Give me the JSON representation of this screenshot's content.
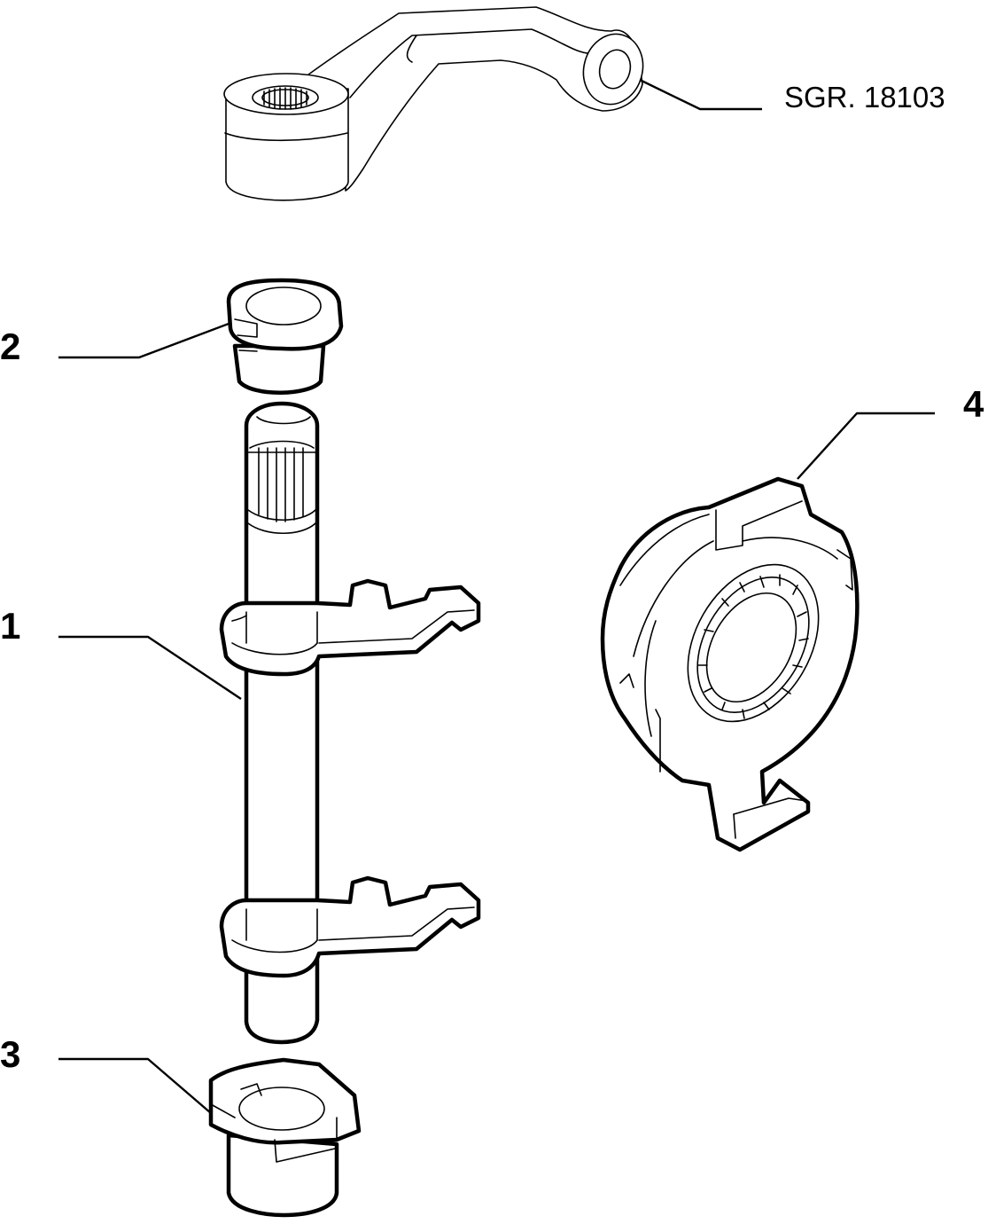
{
  "diagram": {
    "reference": "SGR. 18103",
    "callouts": [
      {
        "id": "part-1",
        "label": "1"
      },
      {
        "id": "part-2",
        "label": "2"
      },
      {
        "id": "part-3",
        "label": "3"
      },
      {
        "id": "part-4",
        "label": "4"
      }
    ]
  }
}
